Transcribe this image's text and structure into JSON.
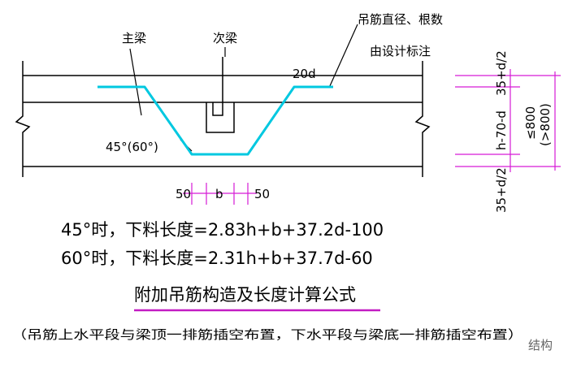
{
  "labels": {
    "main_beam": "主梁",
    "secondary_beam": "次梁",
    "note_line1": "吊筋直径、根数",
    "note_line2": "由设计标注",
    "anchor_20d": "20d",
    "angle": "45°(60°)",
    "dim_left": "50",
    "dim_b": "b",
    "dim_right": "50"
  },
  "vertical_dims": {
    "top": "35+d/2",
    "middle": "h-70-d",
    "bottom": "35+d/2",
    "range_le": "≤800",
    "range_gt": "(>800)"
  },
  "formulas": [
    {
      "condition": "45°时，下料长度=2.83h+b+37.2d-100"
    },
    {
      "condition": "60°时，下料长度=2.31h+b+37.7d-60"
    }
  ],
  "title": "附加吊筋构造及长度计算公式",
  "note": "（吊筋上水平段与梁顶一排筋插空布置，下水平段与梁底一排筋插空布置）",
  "watermark": "结构",
  "colors": {
    "rebar": "#00c8e0",
    "dimension": "#d61ad6",
    "title_underline": "#c21cc2",
    "line": "#000000"
  }
}
